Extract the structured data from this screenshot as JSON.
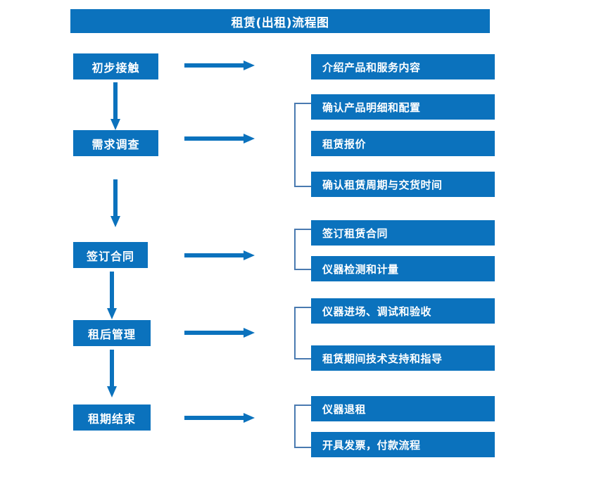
{
  "diagram": {
    "title": "租赁(出租)流程图",
    "type": "flowchart",
    "colors": {
      "box_fill": "#0b72bd",
      "box_text": "#ffffff",
      "arrow": "#0b72bd",
      "bracket": "#4a7ab0",
      "background": "#ffffff"
    },
    "stages": [
      {
        "label": "初步接触",
        "details": [
          "介绍产品和服务内容"
        ]
      },
      {
        "label": "需求调查",
        "details": [
          "确认产品明细和配置",
          "租赁报价",
          "确认租赁周期与交货时间"
        ]
      },
      {
        "label": "签订合同",
        "details": [
          "签订租赁合同",
          "仪器检测和计量"
        ]
      },
      {
        "label": "租后管理",
        "details": [
          "仪器进场、调试和验收",
          "租赁期间技术支持和指导"
        ]
      },
      {
        "label": "租期结束",
        "details": [
          "仪器退租",
          "开具发票，付款流程"
        ]
      }
    ]
  }
}
